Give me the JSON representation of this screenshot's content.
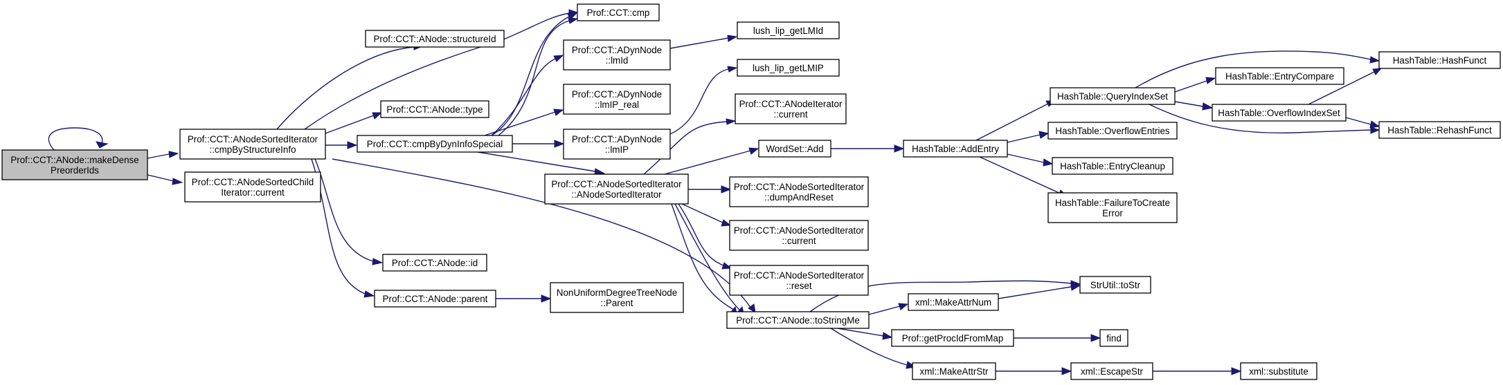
{
  "nodes": {
    "root": [
      "Prof::CCT::ANode::makeDense",
      "PreorderIds"
    ],
    "cmpByStructureInfo": [
      "Prof::CCT::ANodeSortedIterator",
      "::cmpByStructureInfo"
    ],
    "sortedChildCurrent": [
      "Prof::CCT::ANodeSortedChild",
      "Iterator::current"
    ],
    "structureId": [
      "Prof::CCT::ANode::structureId"
    ],
    "type": [
      "Prof::CCT::ANode::type"
    ],
    "cmpByDynInfoSpecial": [
      "Prof::CCT::cmpByDynInfoSpecial"
    ],
    "id": [
      "Prof::CCT::ANode::id"
    ],
    "parent": [
      "Prof::CCT::ANode::parent"
    ],
    "cmp": [
      "Prof::CCT::cmp"
    ],
    "lmId": [
      "Prof::CCT::ADynNode",
      "::lmId"
    ],
    "lmIPreal": [
      "Prof::CCT::ADynNode",
      "::lmIP_real"
    ],
    "lmIP": [
      "Prof::CCT::ADynNode",
      "::lmIP"
    ],
    "sortedIterator": [
      "Prof::CCT::ANodeSortedIterator",
      "::ANodeSortedIterator"
    ],
    "ntParent": [
      "NonUniformDegreeTreeNode",
      "::Parent"
    ],
    "lushGetLMId": [
      "lush_lip_getLMId"
    ],
    "lushGetLMIP": [
      "lush_lip_getLMIP"
    ],
    "anodeIterCurrent": [
      "Prof::CCT::ANodeIterator",
      "::current"
    ],
    "wordSetAdd": [
      "WordSet::Add"
    ],
    "dumpAndReset": [
      "Prof::CCT::ANodeSortedIterator",
      "::dumpAndReset"
    ],
    "sortedIterCurrent": [
      "Prof::CCT::ANodeSortedIterator",
      "::current"
    ],
    "sortedIterReset": [
      "Prof::CCT::ANodeSortedIterator",
      "::reset"
    ],
    "toStringMe": [
      "Prof::CCT::ANode::toStringMe"
    ],
    "addEntry": [
      "HashTable::AddEntry"
    ],
    "makeAttrNum": [
      "xml::MakeAttrNum"
    ],
    "getProcId": [
      "Prof::getProcIdFromMap"
    ],
    "makeAttrStr": [
      "xml::MakeAttrStr"
    ],
    "queryIndexSet": [
      "HashTable::QueryIndexSet"
    ],
    "overflowEntries": [
      "HashTable::OverflowEntries"
    ],
    "entryCleanup": [
      "HashTable::EntryCleanup"
    ],
    "failureToCreate": [
      "HashTable::FailureToCreate",
      "Error"
    ],
    "toStr": [
      "StrUtil::toStr"
    ],
    "find": [
      "find"
    ],
    "escapeStr": [
      "xml::EscapeStr"
    ],
    "entryCompare": [
      "HashTable::EntryCompare"
    ],
    "overflowIndexSet": [
      "HashTable::OverflowIndexSet"
    ],
    "substitute": [
      "xml::substitute"
    ],
    "hashFunct": [
      "HashTable::HashFunct"
    ],
    "rehashFunct": [
      "HashTable::RehashFunct"
    ]
  },
  "colors": {
    "edge": "#191970",
    "root_fill": "#bfbfbf",
    "node_fill": "#ffffff",
    "node_border": "#000000"
  }
}
